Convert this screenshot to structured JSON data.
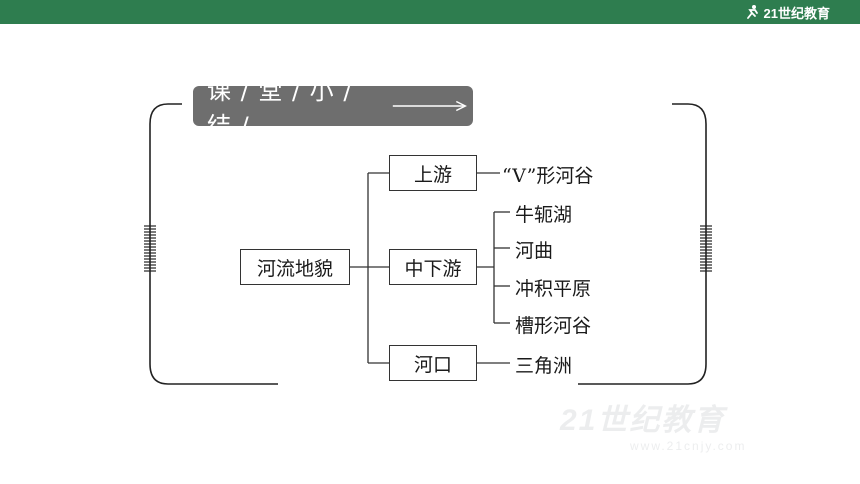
{
  "header": {
    "logo_text": "21世纪教育"
  },
  "summary": {
    "title": "课 / 堂 / 小 / 结 /",
    "root": "河流地貌",
    "branches": [
      {
        "label": "上游",
        "leaves": [
          "“V”形河谷"
        ]
      },
      {
        "label": "中下游",
        "leaves": [
          "牛轭湖",
          "河曲",
          "冲积平原",
          "槽形河谷"
        ]
      },
      {
        "label": "河口",
        "leaves": [
          "三角洲"
        ]
      }
    ]
  },
  "watermark": {
    "main": "21世纪教育",
    "sub": "www.21cnjy.com"
  },
  "colors": {
    "header_bar": "#2e7d4f",
    "title_pill": "#6e6e6e",
    "lines": "#333333"
  }
}
